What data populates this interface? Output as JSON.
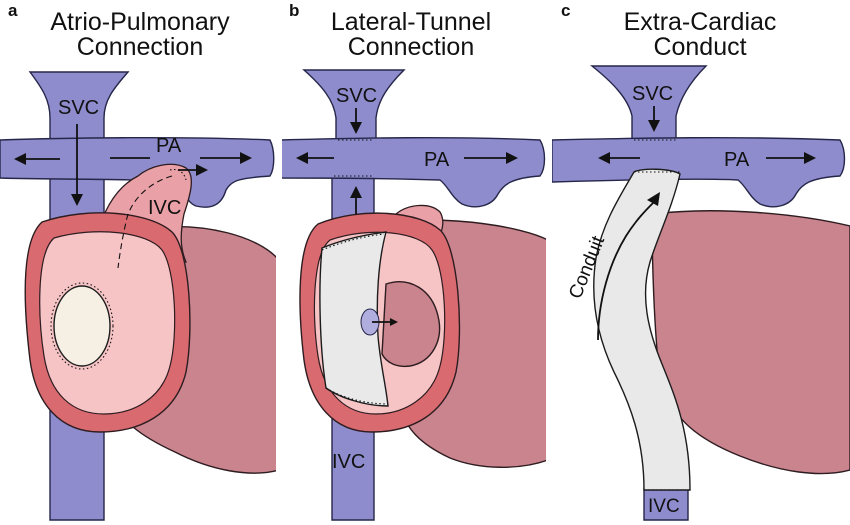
{
  "panels": [
    {
      "letter": "a",
      "title_line1": "Atrio-Pulmonary",
      "title_line2": "Connection",
      "labels": {
        "svc": "SVC",
        "pa": "PA",
        "ivc": "IVC"
      }
    },
    {
      "letter": "b",
      "title_line1": "Lateral-Tunnel",
      "title_line2": "Connection",
      "labels": {
        "svc": "SVC",
        "pa": "PA",
        "ivc": "IVC"
      }
    },
    {
      "letter": "c",
      "title_line1": "Extra-Cardiac",
      "title_line2": "Conduct",
      "labels": {
        "svc": "SVC",
        "pa": "PA",
        "ivc": "IVC",
        "conduit": "Conduit"
      }
    }
  ],
  "colors": {
    "vessel": "#8e8ccc",
    "heart": "#c9848e",
    "atrium_ring": "#d86a70",
    "atrium_inner": "#f7c4c6",
    "conduit": "#e9e9ea"
  }
}
